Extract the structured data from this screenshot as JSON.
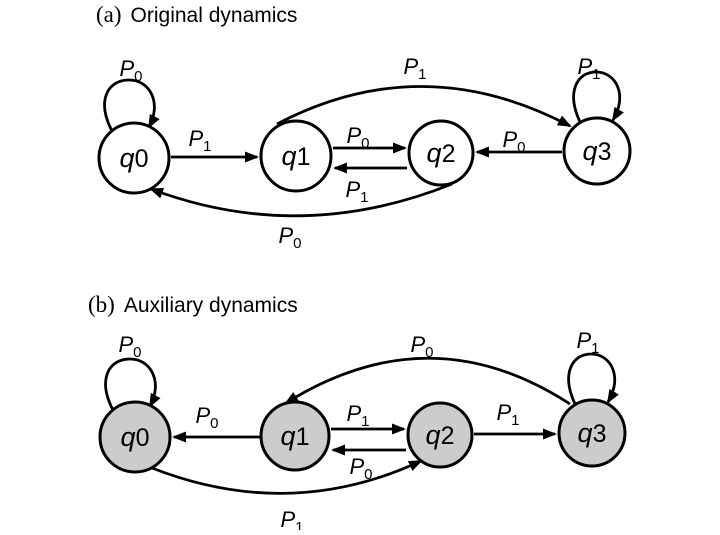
{
  "colors": {
    "line": "#000000",
    "text": "#000000",
    "node_fill_original": "#ffffff",
    "node_fill_auxiliary": "#cccccc",
    "background": "#ffffff"
  },
  "panel_a": {
    "index_label": "(a)",
    "title": "Original dynamics",
    "nodes": {
      "q0": {
        "base": "q",
        "num": "0"
      },
      "q1": {
        "base": "q",
        "num": "1"
      },
      "q2": {
        "base": "q",
        "num": "2"
      },
      "q3": {
        "base": "q",
        "num": "3"
      }
    },
    "edges": {
      "self_q0": {
        "from": "q0",
        "to": "q0",
        "sym": "P",
        "sub": "0"
      },
      "q0_to_q1": {
        "from": "q0",
        "to": "q1",
        "sym": "P",
        "sub": "1"
      },
      "q1_to_q2": {
        "from": "q1",
        "to": "q2",
        "sym": "P",
        "sub": "0"
      },
      "q2_to_q1": {
        "from": "q2",
        "to": "q1",
        "sym": "P",
        "sub": "1"
      },
      "q3_to_q2": {
        "from": "q3",
        "to": "q2",
        "sym": "P",
        "sub": "0"
      },
      "q1_to_q3": {
        "from": "q1",
        "to": "q3",
        "sym": "P",
        "sub": "1"
      },
      "q2_to_q0": {
        "from": "q2",
        "to": "q0",
        "sym": "P",
        "sub": "0"
      },
      "self_q3": {
        "from": "q3",
        "to": "q3",
        "sym": "P",
        "sub": "1"
      }
    }
  },
  "panel_b": {
    "index_label": "(b)",
    "title": "Auxiliary dynamics",
    "nodes": {
      "q0": {
        "base": "q",
        "num": "0"
      },
      "q1": {
        "base": "q",
        "num": "1"
      },
      "q2": {
        "base": "q",
        "num": "2"
      },
      "q3": {
        "base": "q",
        "num": "3"
      }
    },
    "edges": {
      "self_q0": {
        "from": "q0",
        "to": "q0",
        "sym": "P",
        "sub": "0"
      },
      "q1_to_q0": {
        "from": "q1",
        "to": "q0",
        "sym": "P",
        "sub": "0"
      },
      "q1_to_q2": {
        "from": "q1",
        "to": "q2",
        "sym": "P",
        "sub": "1"
      },
      "q2_to_q1": {
        "from": "q2",
        "to": "q1",
        "sym": "P",
        "sub": "0"
      },
      "q2_to_q3": {
        "from": "q2",
        "to": "q3",
        "sym": "P",
        "sub": "1"
      },
      "q3_to_q1": {
        "from": "q3",
        "to": "q1",
        "sym": "P",
        "sub": "0"
      },
      "q0_to_q2": {
        "from": "q0",
        "to": "q2",
        "sym": "P",
        "sub": "1"
      },
      "self_q3": {
        "from": "q3",
        "to": "q3",
        "sym": "P",
        "sub": "1"
      }
    }
  }
}
